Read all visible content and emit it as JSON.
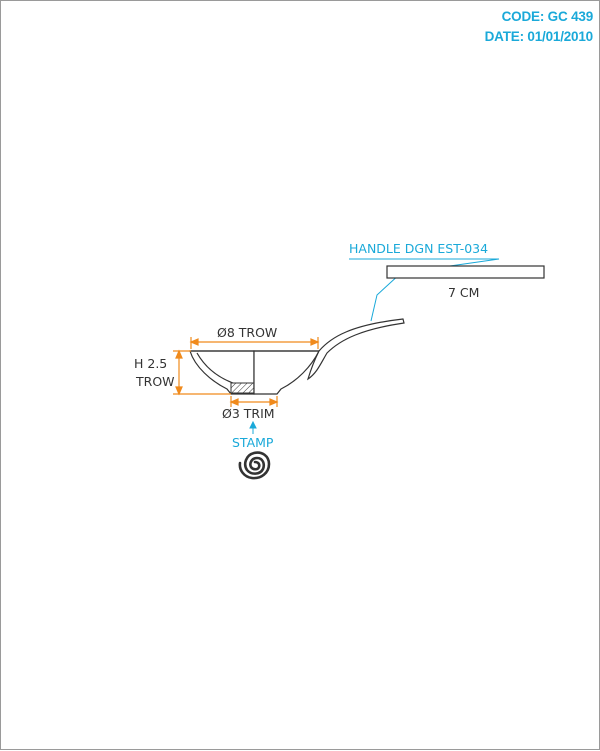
{
  "header": {
    "code": "CODE: GC 439",
    "date": "DATE: 01/01/2010"
  },
  "labels": {
    "handle_design": "HANDLE DGN EST-034",
    "handle_length": "7 CM",
    "diameter_top": "Ø8 TROW",
    "height_line1": "H 2.5",
    "height_line2": "TROW",
    "diameter_base": "Ø3 TRIM",
    "stamp": "STAMP"
  },
  "colors": {
    "annotation_blue": "#1aa9d9",
    "dimension_orange": "#f08a1c",
    "outline": "#333333"
  },
  "icons": [
    "spiral-stamp-icon"
  ]
}
